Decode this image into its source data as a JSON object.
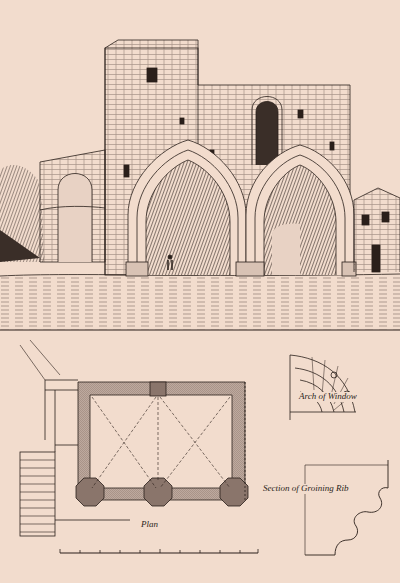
{
  "diagram": {
    "labels": [
      "Arch of Window",
      "Section of Groining Rib",
      "Plan"
    ]
  }
}
